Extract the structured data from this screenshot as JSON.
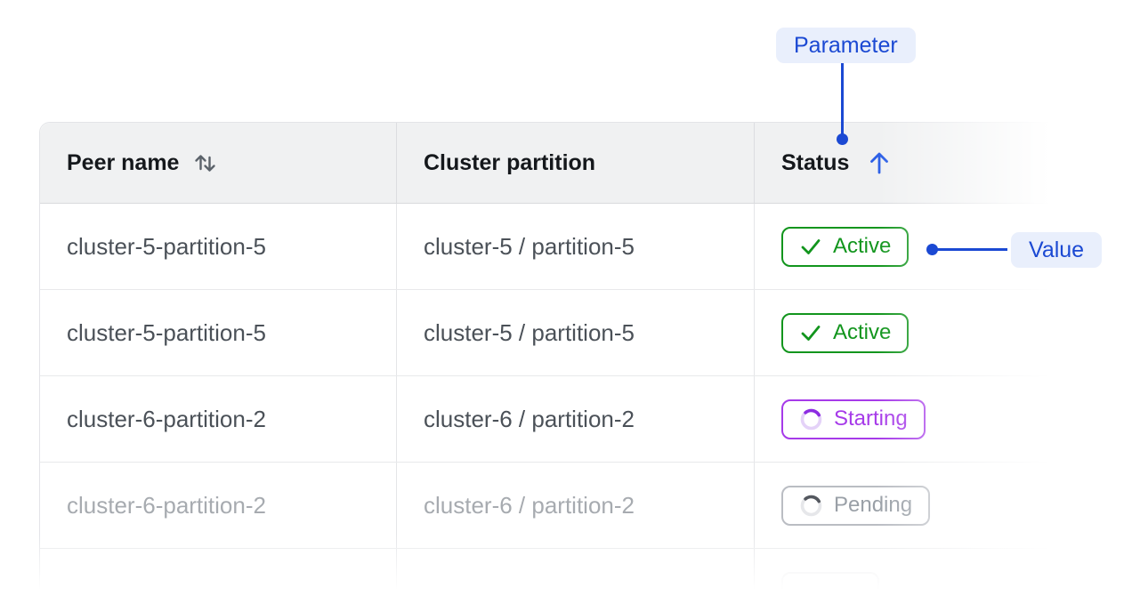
{
  "annotations": {
    "parameter_label": "Parameter",
    "value_label": "Value",
    "accent_color": "#1b49d3",
    "pill_background": "#e9effc"
  },
  "table": {
    "columns": [
      {
        "label": "Peer name",
        "sort_indicator": "sort-both"
      },
      {
        "label": "Cluster partition",
        "sort_indicator": "none"
      },
      {
        "label": "Status",
        "sort_indicator": "sort-ascending"
      }
    ],
    "rows": [
      {
        "peer_name": "cluster-5-partition-5",
        "cluster_partition": "cluster-5 / partition-5",
        "status_label": "Active",
        "status_kind": "active",
        "muted": false
      },
      {
        "peer_name": "cluster-5-partition-5",
        "cluster_partition": "cluster-5 / partition-5",
        "status_label": "Active",
        "status_kind": "active",
        "muted": false
      },
      {
        "peer_name": "cluster-6-partition-2",
        "cluster_partition": "cluster-6 / partition-2",
        "status_label": "Starting",
        "status_kind": "starting",
        "muted": false
      },
      {
        "peer_name": "cluster-6-partition-2",
        "cluster_partition": "cluster-6 / partition-2",
        "status_label": "Pending",
        "status_kind": "pending",
        "muted": true
      },
      {
        "peer_name": "",
        "cluster_partition": "",
        "status_label": "",
        "status_kind": "ghost",
        "muted": true
      }
    ],
    "status_styles": {
      "active": {
        "text": "#12951d",
        "border": "#12951d",
        "icon": "check"
      },
      "starting": {
        "text": "#a63ae9",
        "border": "#a63ae9",
        "icon": "spinner",
        "spinner_track": "#e4d2f8",
        "spinner_arc": "#8d2ce2"
      },
      "pending": {
        "text": "#9aa0a7",
        "border": "#babdc3",
        "icon": "spinner",
        "spinner_track": "#e6e7ea",
        "spinner_arc": "#54585f"
      },
      "ghost": {
        "text": "#ededef",
        "border": "#ededef",
        "icon": "none"
      }
    },
    "header_colors": {
      "sort_both_icon": "#5c636b",
      "sort_ascending_icon": "#2c5fe6"
    }
  }
}
